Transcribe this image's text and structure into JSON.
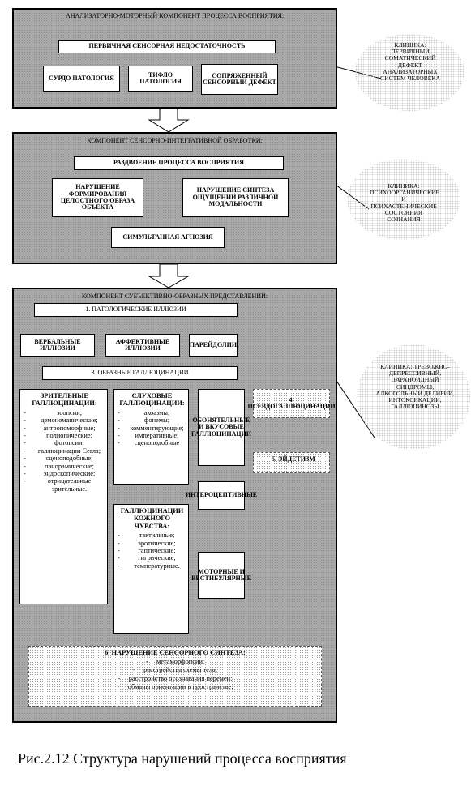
{
  "section1": {
    "header": "АНАЛИЗАТОРНО-МОТОРНЫЙ КОМПОНЕНТ ПРОЦЕССА ВОСПРИЯТИЯ:",
    "primary": "ПЕРВИЧНАЯ СЕНСОРНАЯ НЕДОСТАТОЧНОСТЬ",
    "items": [
      "СУРДО ПАТОЛОГИЯ",
      "ТИФЛО ПАТОЛОГИЯ",
      "СОПРЯЖЕННЫЙ СЕНСОРНЫЙ ДЕФЕКТ"
    ],
    "clinic": "КЛИНИКА: ПЕРВИЧНЫЙ СОМАТИЧЕСКИЙ ДЕФЕКТ АНАЛИЗАТОРНЫХ СИСТЕМ ЧЕЛОВЕКА"
  },
  "section2": {
    "header": "КОМПОНЕНТ СЕНСОРНО-ИНТЕГРАТИВНОЙ ОБРАБОТКИ:",
    "primary": "РАЗДВОЕНИЕ ПРОЦЕССА ВОСПРИЯТИЯ",
    "left": "НАРУШЕНИЕ ФОРМИРОВАНИЯ ЦЕЛОСТНОГО ОБРАЗА ОБЪЕКТА",
    "right": "НАРУШЕНИЕ СИНТЕЗА ОЩУЩЕНИЙ РАЗЛИЧНОЙ МОДАЛЬНОСТИ",
    "bottom": "СИМУЛЬТАННАЯ АГНОЗИЯ",
    "clinic": "КЛИНИКА: ПСИХООРГАНИЧЕСКИЕ И ПСИХАСТЕНИЧЕСКИЕ СОСТОЯНИЯ СОЗНАНИЯ"
  },
  "section3": {
    "header": "КОМПОНЕНТ СУБЪЕКТИВНО-ОБРАЗНЫХ ПРЕДСТАВЛЕНИЙ:",
    "illusions_header": "1. ПАТОЛОГИЧЕСКИЕ ИЛЛЮЗИИ",
    "illusions": [
      "ВЕРБАЛЬНЫЕ ИЛЛЮЗИИ",
      "АФФЕКТИВНЫЕ ИЛЛЮЗИИ",
      "ПАРЕЙДОЛИИ"
    ],
    "halluc_header": "3. ОБРАЗНЫЕ ГАЛЛЮЦИНАЦИИ",
    "visual": {
      "title": "ЗРИТЕЛЬНЫЕ ГАЛЛЮЦИНАЦИИ:",
      "items": [
        "зоопсии;",
        "демономанические;",
        "антропоморфные;",
        "полиопические;",
        "фотопсии;",
        "галлюцинации Сегла;",
        "сценоподобные;",
        "панорамические;",
        "эндоскопические;",
        "отрицательные зрительные."
      ]
    },
    "auditory": {
      "title": "СЛУХОВЫЕ ГАЛЛЮЦИНАЦИИ:",
      "items": [
        "акоазмы;",
        "фонемы;",
        "комментирующие;",
        "императивные;",
        "сценоподобные"
      ]
    },
    "skin": {
      "title": "ГАЛЛЮЦИНАЦИИ КОЖНОГО ЧУВСТВА:",
      "items": [
        "тактильные;",
        "эротические;",
        "гаптические;",
        "гигрические;",
        "температурные."
      ]
    },
    "smell": "ОБОНЯТЕЛЬНЫЕ И ВКУСОВЫЕ ГАЛЛЮЦИНАЦИИ",
    "intero": "ИНТЕРОЦЕПТИВНЫЕ",
    "motor": "МОТОРНЫЕ И ВЕСТИБУЛЯРНЫЕ",
    "pseudo": "4. ПСЕВДОГАЛЛЮЦИНАЦИИ",
    "eidetism": "5. ЭЙДЕТИЗМ",
    "synthesis": {
      "title": "6. НАРУШЕНИЕ СЕНСОРНОГО СИНТЕЗА:",
      "items": [
        "метаморфопсии;",
        "расстройства схемы тела;",
        "расстройство осознавания перемен;",
        "обманы ориентации в пространстве."
      ]
    },
    "clinic": "КЛИНИКА: ТРЕВОЖНО-ДЕПРЕССИВНЫЙ, ПАРАНОИДНЫЙ СИНДРОМЫ, АЛКОГОЛЬНЫЙ ДЕЛИРИЙ, ИНТОКСИКАЦИИ, ГАЛЛЮЦИНОЗЫ"
  },
  "caption": "Рис.2.12 Структура нарушений процесса восприятия"
}
